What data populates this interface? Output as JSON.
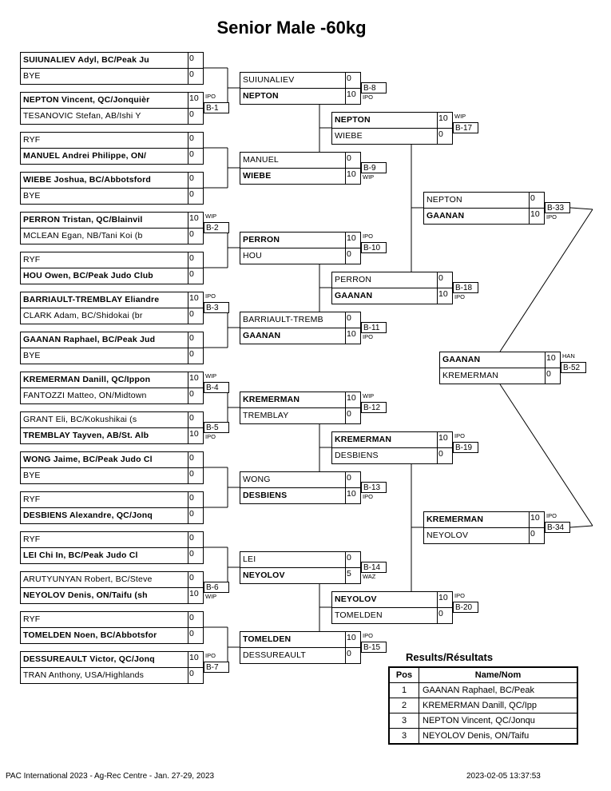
{
  "title": "Senior Male -60kg",
  "rounds": [
    [
      {
        "id": "r1-1",
        "a": {
          "name": "SUIUNALIEV Adyl, BC/Peak Ju",
          "score": "0"
        },
        "b": {
          "name": "BYE",
          "score": "0"
        },
        "winner": "a",
        "label": "",
        "result": ""
      },
      {
        "id": "r1-2",
        "a": {
          "name": "NEPTON Vincent, QC/Jonquièr",
          "score": "10"
        },
        "b": {
          "name": "TESANOVIC Stefan, AB/Ishi Y",
          "score": "0"
        },
        "winner": "a",
        "label": "B-1",
        "result": "IPO"
      },
      {
        "id": "r1-3",
        "a": {
          "name": "RYF",
          "score": "0"
        },
        "b": {
          "name": "MANUEL Andrei Philippe, ON/",
          "score": "0"
        },
        "winner": "b",
        "label": "",
        "result": ""
      },
      {
        "id": "r1-4",
        "a": {
          "name": "WIEBE Joshua, BC/Abbotsford",
          "score": "0"
        },
        "b": {
          "name": "BYE",
          "score": "0"
        },
        "winner": "a",
        "label": "",
        "result": ""
      },
      {
        "id": "r1-5",
        "a": {
          "name": "PERRON Tristan, QC/Blainvil",
          "score": "10"
        },
        "b": {
          "name": "MCLEAN Egan, NB/Tani Koi (b",
          "score": "0"
        },
        "winner": "a",
        "label": "B-2",
        "result": "WIP"
      },
      {
        "id": "r1-6",
        "a": {
          "name": "RYF",
          "score": "0"
        },
        "b": {
          "name": "HOU Owen, BC/Peak Judo Club",
          "score": "0"
        },
        "winner": "b",
        "label": "",
        "result": ""
      },
      {
        "id": "r1-7",
        "a": {
          "name": "BARRIAULT-TREMBLAY Eliandre",
          "score": "10"
        },
        "b": {
          "name": "CLARK Adam, BC/Shidokai (br",
          "score": "0"
        },
        "winner": "a",
        "label": "B-3",
        "result": "IPO"
      },
      {
        "id": "r1-8",
        "a": {
          "name": "GAANAN Raphael, BC/Peak Jud",
          "score": "0"
        },
        "b": {
          "name": "BYE",
          "score": "0"
        },
        "winner": "a",
        "label": "",
        "result": ""
      },
      {
        "id": "r1-9",
        "a": {
          "name": "KREMERMAN Danill, QC/Ippon",
          "score": "10"
        },
        "b": {
          "name": "FANTOZZI Matteo, ON/Midtown",
          "score": "0"
        },
        "winner": "a",
        "label": "B-4",
        "result": "WIP"
      },
      {
        "id": "r1-10",
        "a": {
          "name": "GRANT Eli, BC/Kokushikai (s",
          "score": "0"
        },
        "b": {
          "name": "TREMBLAY Tayven, AB/St. Alb",
          "score": "10"
        },
        "winner": "b",
        "label": "B-5",
        "result": "IPO"
      },
      {
        "id": "r1-11",
        "a": {
          "name": "WONG Jaime, BC/Peak Judo Cl",
          "score": "0"
        },
        "b": {
          "name": "BYE",
          "score": "0"
        },
        "winner": "a",
        "label": "",
        "result": ""
      },
      {
        "id": "r1-12",
        "a": {
          "name": "RYF",
          "score": "0"
        },
        "b": {
          "name": "DESBIENS Alexandre, QC/Jonq",
          "score": "0"
        },
        "winner": "b",
        "label": "",
        "result": ""
      },
      {
        "id": "r1-13",
        "a": {
          "name": "RYF",
          "score": "0"
        },
        "b": {
          "name": "LEI Chi In, BC/Peak Judo Cl",
          "score": "0"
        },
        "winner": "b",
        "label": "",
        "result": ""
      },
      {
        "id": "r1-14",
        "a": {
          "name": "ARUTYUNYAN Robert, BC/Steve",
          "score": "0"
        },
        "b": {
          "name": "NEYOLOV Denis, ON/Taifu (sh",
          "score": "10"
        },
        "winner": "b",
        "label": "B-6",
        "result": "WIP"
      },
      {
        "id": "r1-15",
        "a": {
          "name": "RYF",
          "score": "0"
        },
        "b": {
          "name": "TOMELDEN Noen, BC/Abbotsfor",
          "score": "0"
        },
        "winner": "b",
        "label": "",
        "result": ""
      },
      {
        "id": "r1-16",
        "a": {
          "name": "DESSUREAULT Victor, QC/Jonq",
          "score": "10"
        },
        "b": {
          "name": "TRAN Anthony, USA/Highlands",
          "score": "0"
        },
        "winner": "a",
        "label": "B-7",
        "result": "IPO"
      }
    ],
    [
      {
        "id": "r2-1",
        "a": {
          "name": "SUIUNALIEV",
          "score": "0"
        },
        "b": {
          "name": "NEPTON",
          "score": "10"
        },
        "winner": "b",
        "label": "B-8",
        "result": "IPO"
      },
      {
        "id": "r2-2",
        "a": {
          "name": "MANUEL",
          "score": "0"
        },
        "b": {
          "name": "WIEBE",
          "score": "10"
        },
        "winner": "b",
        "label": "B-9",
        "result": "WIP"
      },
      {
        "id": "r2-3",
        "a": {
          "name": "PERRON",
          "score": "10"
        },
        "b": {
          "name": "HOU",
          "score": "0"
        },
        "winner": "a",
        "label": "B-10",
        "result": "IPO"
      },
      {
        "id": "r2-4",
        "a": {
          "name": "BARRIAULT-TREMB",
          "score": "0"
        },
        "b": {
          "name": "GAANAN",
          "score": "10"
        },
        "winner": "b",
        "label": "B-11",
        "result": "IPO"
      },
      {
        "id": "r2-5",
        "a": {
          "name": "KREMERMAN",
          "score": "10"
        },
        "b": {
          "name": "TREMBLAY",
          "score": "0"
        },
        "winner": "a",
        "label": "B-12",
        "result": "WIP"
      },
      {
        "id": "r2-6",
        "a": {
          "name": "WONG",
          "score": "0"
        },
        "b": {
          "name": "DESBIENS",
          "score": "10"
        },
        "winner": "b",
        "label": "B-13",
        "result": "IPO"
      },
      {
        "id": "r2-7",
        "a": {
          "name": "LEI",
          "score": "0"
        },
        "b": {
          "name": "NEYOLOV",
          "score": "5"
        },
        "winner": "b",
        "label": "B-14",
        "result": "WAZ"
      },
      {
        "id": "r2-8",
        "a": {
          "name": "TOMELDEN",
          "score": "10"
        },
        "b": {
          "name": "DESSUREAULT",
          "score": "0"
        },
        "winner": "a",
        "label": "B-15",
        "result": "IPO"
      }
    ],
    [
      {
        "id": "r3-1",
        "a": {
          "name": "NEPTON",
          "score": "10"
        },
        "b": {
          "name": "WIEBE",
          "score": "0"
        },
        "winner": "a",
        "label": "B-17",
        "result": "WIP"
      },
      {
        "id": "r3-2",
        "a": {
          "name": "PERRON",
          "score": "0"
        },
        "b": {
          "name": "GAANAN",
          "score": "10"
        },
        "winner": "b",
        "label": "B-18",
        "result": "IPO"
      },
      {
        "id": "r3-3",
        "a": {
          "name": "KREMERMAN",
          "score": "10"
        },
        "b": {
          "name": "DESBIENS",
          "score": "0"
        },
        "winner": "a",
        "label": "B-19",
        "result": "IPO"
      },
      {
        "id": "r3-4",
        "a": {
          "name": "NEYOLOV",
          "score": "10"
        },
        "b": {
          "name": "TOMELDEN",
          "score": "0"
        },
        "winner": "a",
        "label": "B-20",
        "result": "IPO"
      }
    ],
    [
      {
        "id": "r4-1",
        "a": {
          "name": "NEPTON",
          "score": "0"
        },
        "b": {
          "name": "GAANAN",
          "score": "10"
        },
        "winner": "b",
        "label": "B-33",
        "result": "IPO"
      },
      {
        "id": "r4-2",
        "a": {
          "name": "KREMERMAN",
          "score": "10"
        },
        "b": {
          "name": "NEYOLOV",
          "score": "0"
        },
        "winner": "a",
        "label": "B-34",
        "result": "IPO"
      }
    ]
  ],
  "final": {
    "id": "final",
    "a": {
      "name": "GAANAN",
      "score": "10"
    },
    "b": {
      "name": "KREMERMAN",
      "score": "0"
    },
    "winner": "a",
    "label": "B-52",
    "result": "HAN"
  },
  "results": {
    "title": "Results/Résultats",
    "headers": {
      "pos": "Pos",
      "name": "Name/Nom"
    },
    "rows": [
      {
        "pos": "1",
        "name": "GAANAN Raphael, BC/Peak"
      },
      {
        "pos": "2",
        "name": "KREMERMAN Danill, QC/Ipp"
      },
      {
        "pos": "3",
        "name": "NEPTON Vincent, QC/Jonqu"
      },
      {
        "pos": "3",
        "name": "NEYOLOV Denis, ON/Taifu"
      }
    ]
  },
  "footer": {
    "left": "PAC International 2023 - Ag-Rec Centre - Jan. 27-29, 2023",
    "right": "2023-02-05 13:37:53"
  }
}
